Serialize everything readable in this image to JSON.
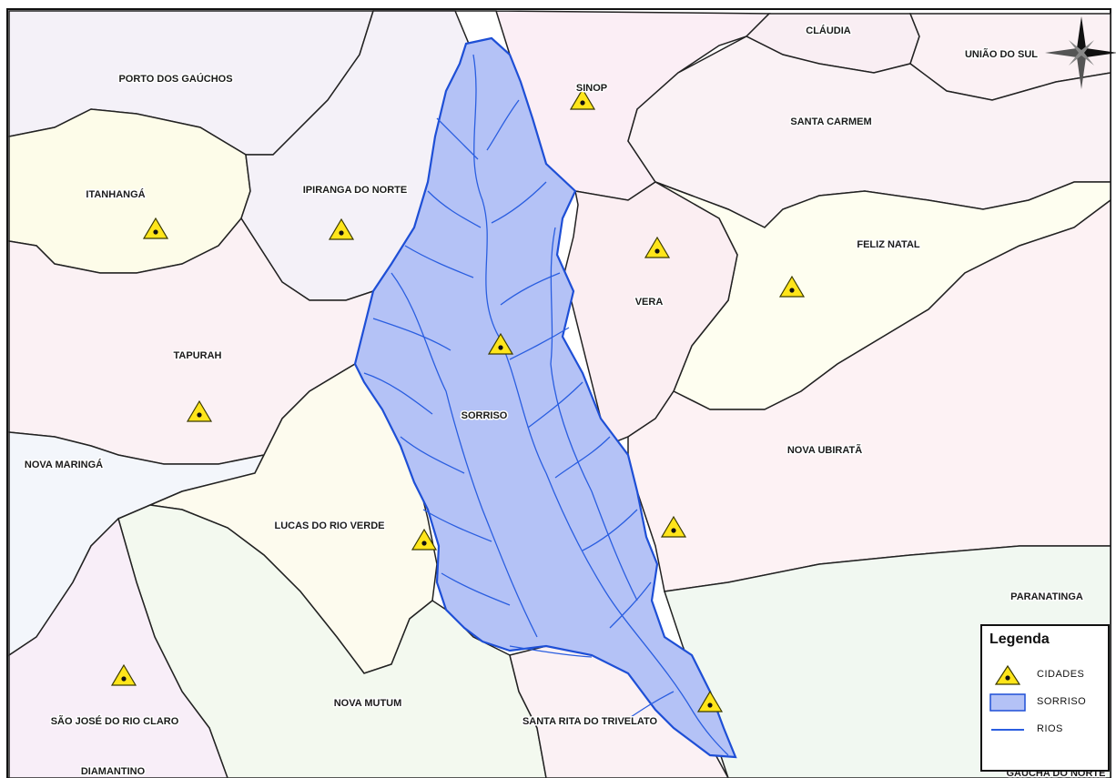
{
  "map": {
    "municipalities": [
      {
        "id": "porto-dos-gauchos",
        "name": "PORTO DOS GAÚCHOS"
      },
      {
        "id": "sinop",
        "name": "SINOP"
      },
      {
        "id": "claudia",
        "name": "CLÁUDIA"
      },
      {
        "id": "uniao-do-sul",
        "name": "UNIÃO DO SUL"
      },
      {
        "id": "santa-carmem",
        "name": "SANTA CARMEM"
      },
      {
        "id": "itanhanga",
        "name": "ITANHANGÁ"
      },
      {
        "id": "ipiranga-do-norte",
        "name": "IPIRANGA DO NORTE"
      },
      {
        "id": "feliz-natal",
        "name": "FELIZ NATAL"
      },
      {
        "id": "vera",
        "name": "VERA"
      },
      {
        "id": "tapurah",
        "name": "TAPURAH"
      },
      {
        "id": "sorriso",
        "name": "SORRISO"
      },
      {
        "id": "nova-ubirata",
        "name": "NOVA UBIRATÃ"
      },
      {
        "id": "nova-maringa",
        "name": "NOVA MARINGÁ"
      },
      {
        "id": "lucas-do-rio-verde",
        "name": "LUCAS DO RIO VERDE"
      },
      {
        "id": "paranatinga",
        "name": "PARANATINGA"
      },
      {
        "id": "nova-mutum",
        "name": "NOVA MUTUM"
      },
      {
        "id": "sao-jose-do-rio-claro",
        "name": "SÃO JOSÉ DO RIO CLARO"
      },
      {
        "id": "santa-rita-do-trivelato",
        "name": "SANTA RITA DO TRIVELATO"
      },
      {
        "id": "diamantino",
        "name": "DIAMANTINO"
      },
      {
        "id": "gaucha-do-norte",
        "name": "GAÚCHA DO NORTE"
      }
    ],
    "colors": {
      "basin_fill": "#b4c2f6",
      "basin_border": "#1e4fd6",
      "river": "#2a5ee0",
      "border": "#222222",
      "city_marker": "#ffe51a"
    }
  },
  "legend": {
    "title": "Legenda",
    "items": [
      {
        "symbol": "city-marker",
        "label": "CIDADES"
      },
      {
        "symbol": "basin-swatch",
        "label": "SORRISO"
      },
      {
        "symbol": "river-line",
        "label": "RIOS"
      }
    ]
  }
}
